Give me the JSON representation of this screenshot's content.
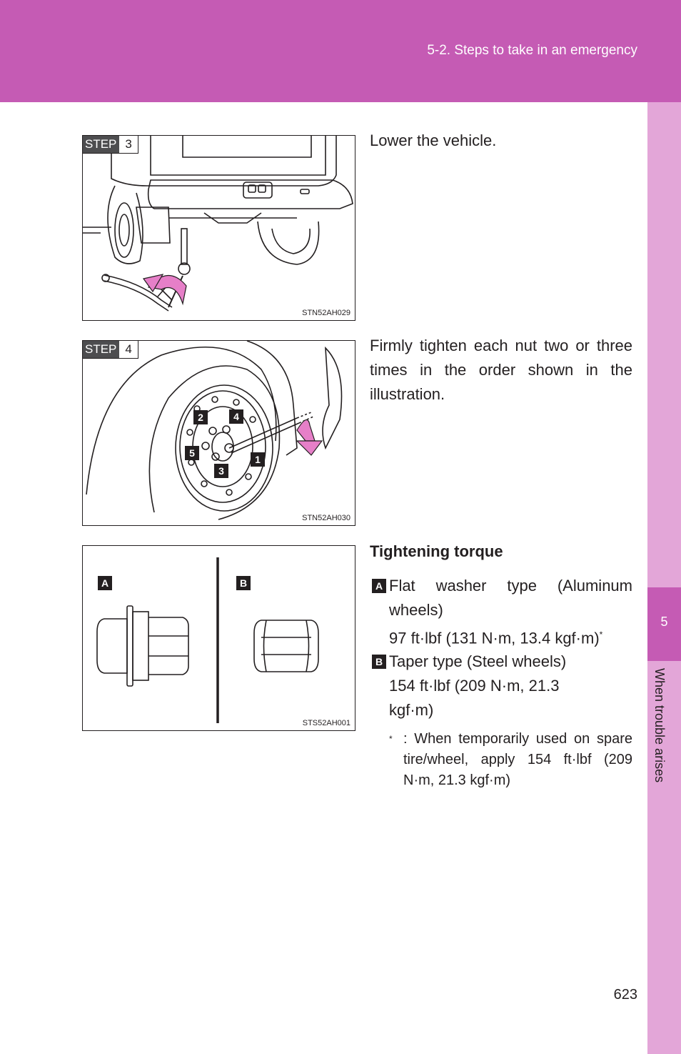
{
  "header": {
    "title": "5-2. Steps to take in an emergency"
  },
  "side_tab": {
    "chapter_number": "5",
    "chapter_label": "When trouble arises"
  },
  "step3": {
    "step_word": "STEP",
    "step_number": "3",
    "figure_code": "STN52AH029",
    "text": "Lower the vehicle."
  },
  "step4": {
    "step_word": "STEP",
    "step_number": "4",
    "figure_code": "STN52AH030",
    "text": "Firmly tighten each nut two or three times in the order shown in the illustration.",
    "nut_order_labels": [
      "1",
      "2",
      "3",
      "4",
      "5"
    ]
  },
  "torque": {
    "figure_code": "STS52AH001",
    "label_a": "A",
    "label_b": "B",
    "heading": "Tightening torque",
    "type_a_title": "Flat washer type (Aluminum wheels)",
    "type_a_value": "97 ft·lbf (131 N·m, 13.4 kgf·m)",
    "type_a_mark": "*",
    "type_b_title": "Taper type (Steel wheels)",
    "type_b_value": "154 ft·lbf (209 N·m, 21.3 kgf·m)",
    "note_mark": "*",
    "note_text": ": When temporarily used on spare tire/wheel, apply 154 ft·lbf (209 N·m, 21.3 kgf·m)"
  },
  "page_number": "623",
  "colors": {
    "header": "#c55bb4",
    "side_tab_light": "#e3a6d8",
    "arrow_pink": "#e67fc8"
  }
}
